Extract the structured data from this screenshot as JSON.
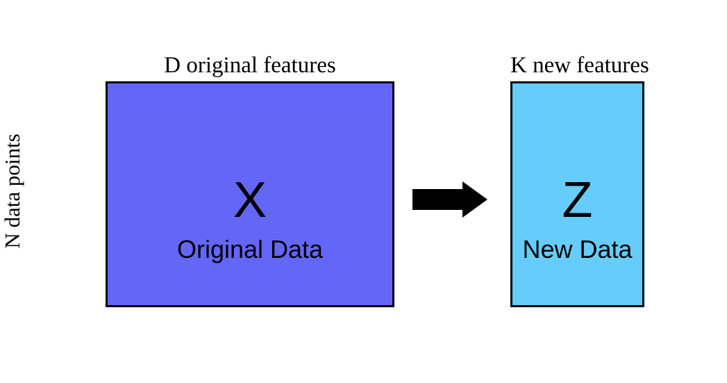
{
  "diagram": {
    "type": "dimensionality-reduction-matrix-diagram",
    "background_color": "#ffffff",
    "row_label": "N data points",
    "left": {
      "column_label": "D original features",
      "symbol": "X",
      "caption": "Original Data",
      "fill_color": "#6366F7",
      "border_color": "#000000"
    },
    "right": {
      "column_label": "K new features",
      "symbol": "Z",
      "caption": "New Data",
      "fill_color": "#66CCFA",
      "border_color": "#000000"
    },
    "arrow": {
      "name": "right-arrow-icon",
      "direction": "right",
      "color": "#000000"
    }
  }
}
